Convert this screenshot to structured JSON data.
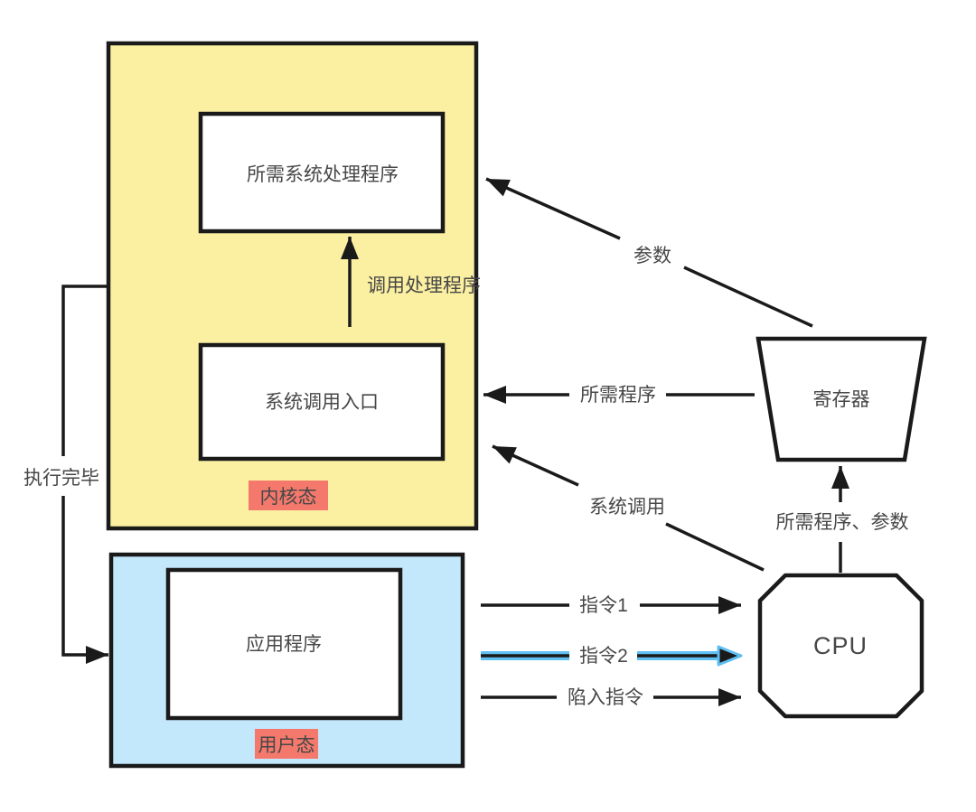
{
  "colors": {
    "kernel_mode_bg": "#FBF0A1",
    "user_mode_bg": "#C3E7FB",
    "mode_tag_bg": "#F4796C",
    "highlight": "#5FBEF2",
    "line": "#1A1A1A",
    "box_bg": "#FFFFFF",
    "text": "#474747"
  },
  "kernel": {
    "handler_label": "所需系统处理程序",
    "entry_label": "系统调用入口",
    "call_handler_label": "调用处理程序",
    "mode_label": "内核态"
  },
  "user": {
    "app_label": "应用程序",
    "mode_label": "用户态"
  },
  "register": {
    "label": "寄存器"
  },
  "cpu": {
    "label": "CPU"
  },
  "arrows": {
    "done_label": "执行完毕",
    "params_label": "参数",
    "required_program_label": "所需程序",
    "syscall_label": "系统调用",
    "required_program_params_label": "所需程序、参数",
    "instruction1_label": "指令1",
    "instruction2_label": "指令2",
    "trap_label": "陷入指令"
  }
}
